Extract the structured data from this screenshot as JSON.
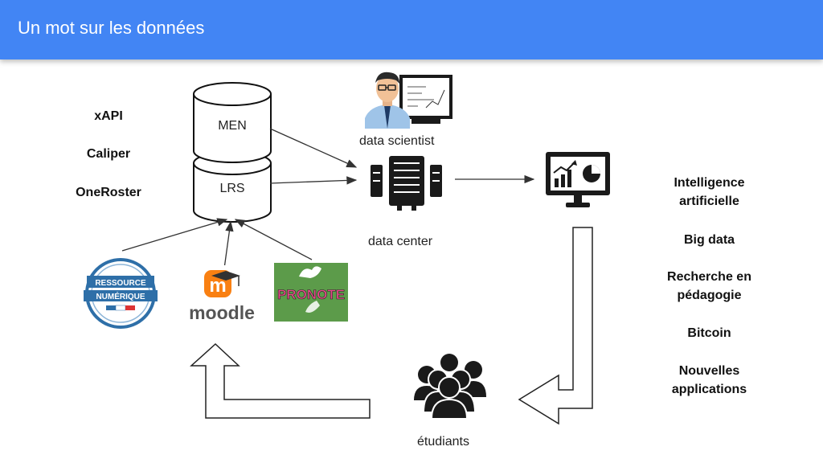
{
  "header": {
    "title": "Un mot sur les données"
  },
  "standards": [
    "xAPI",
    "Caliper",
    "OneRoster"
  ],
  "databases": {
    "top_label": "MEN",
    "bottom_label": "LRS"
  },
  "nodes": {
    "data_scientist": "data scientist",
    "data_center": "data center",
    "students": "étudiants"
  },
  "sources": [
    {
      "name": "ressource-numerique",
      "line1": "RESSOURCE",
      "line2": "NUMÉRIQUE"
    },
    {
      "name": "moodle",
      "text": "moodle"
    },
    {
      "name": "pronote",
      "text": "PRONOTE"
    }
  ],
  "applications": [
    "Intelligence artificielle",
    "Big data",
    "Recherche en pédagogie",
    "Bitcoin",
    "Nouvelles applications"
  ],
  "colors": {
    "header": "#4285f4",
    "moodle_orange": "#f98012",
    "moodle_gray": "#555555",
    "pronote_green": "#5c9b4a",
    "badge_blue": "#2e6fa8"
  }
}
